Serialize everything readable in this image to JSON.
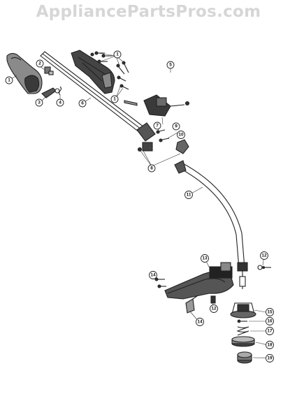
{
  "header": {
    "watermark": "AppliancePartsPros.com"
  },
  "diagram": {
    "callouts": [
      {
        "id": "c1a",
        "label": "1"
      },
      {
        "id": "c1b",
        "label": "1"
      },
      {
        "id": "c1c",
        "label": "1"
      },
      {
        "id": "c2",
        "label": "2"
      },
      {
        "id": "c3",
        "label": "3"
      },
      {
        "id": "c4",
        "label": "4"
      },
      {
        "id": "c5",
        "label": "5"
      },
      {
        "id": "c6",
        "label": "6"
      },
      {
        "id": "c7",
        "label": "7"
      },
      {
        "id": "c8",
        "label": "8"
      },
      {
        "id": "c9",
        "label": "9"
      },
      {
        "id": "c10",
        "label": "10"
      },
      {
        "id": "c11",
        "label": "11"
      },
      {
        "id": "c12a",
        "label": "12"
      },
      {
        "id": "c12b",
        "label": "12"
      },
      {
        "id": "c13",
        "label": "13"
      },
      {
        "id": "c14a",
        "label": "14"
      },
      {
        "id": "c14b",
        "label": "14"
      },
      {
        "id": "c15",
        "label": "15"
      },
      {
        "id": "c16",
        "label": "16"
      },
      {
        "id": "c17",
        "label": "17"
      },
      {
        "id": "c18",
        "label": "18"
      },
      {
        "id": "c19",
        "label": "19"
      }
    ]
  }
}
